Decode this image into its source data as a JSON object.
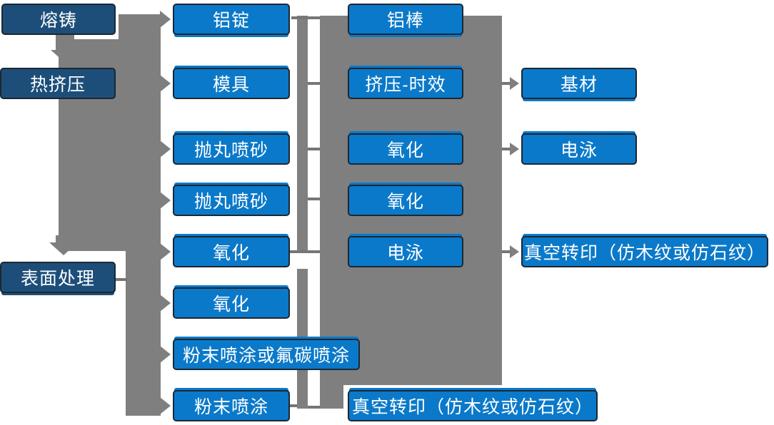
{
  "colors": {
    "stage_box_fill": "#1d4e79",
    "process_box_fill": "#0b79c9",
    "box_outline": "#1c2732",
    "connector_gray": "#7f7f7f",
    "text": "#ffffff",
    "background": "#ffffff"
  },
  "nodes": {
    "melting_casting": "熔铸",
    "hot_extrusion": "热挤压",
    "surface_treatment": "表面处理",
    "aluminum_ingot": "铝锭",
    "mold": "模具",
    "shot_blasting_1": "抛丸喷砂",
    "shot_blasting_2": "抛丸喷砂",
    "oxidation_1": "氧化",
    "oxidation_2": "氧化",
    "powder_or_fluorocarbon_coating": "粉末喷涂或氟碳喷涂",
    "powder_coating": "粉末喷涂",
    "aluminum_rod": "铝棒",
    "extrusion_aging": "挤压-时效",
    "oxidation_3": "氧化",
    "oxidation_4": "氧化",
    "electrophoresis_1": "电泳",
    "vacuum_transfer_1": "真空转印（仿木纹或仿石纹）",
    "base_material": "基材",
    "electrophoresis_2": "电泳",
    "vacuum_transfer_2": "真空转印（仿木纹或仿石纹）"
  }
}
